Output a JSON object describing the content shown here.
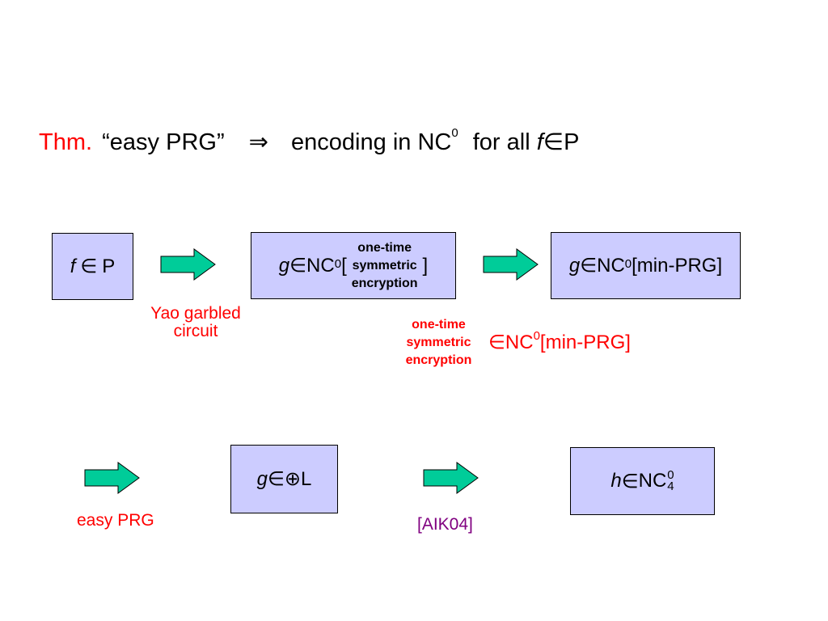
{
  "title": {
    "thm": "Thm.",
    "quote": "“easy PRG”",
    "implies": "⇒",
    "encoding": "encoding in NC",
    "sup": "0",
    "for_all": "for all",
    "f": "f",
    "elem": "∈",
    "P": "P"
  },
  "box1": {
    "f": "f",
    "elem": "∈",
    "P": "P"
  },
  "box2": {
    "g": "g",
    "elem": "∈",
    "nc": "NC",
    "sup": "0",
    "open": "[",
    "close": "]",
    "line1": "one-time",
    "line2": "symmetric",
    "line3": "encryption"
  },
  "box3": {
    "g": "g",
    "elem": "∈",
    "nc": "NC",
    "sup": "0",
    "rest": "[min-PRG]"
  },
  "label_yao": {
    "line1": "Yao garbled",
    "line2": "circuit"
  },
  "middle_claim": {
    "line1": "one-time",
    "line2": "symmetric",
    "line3": "encryption",
    "elem": "∈",
    "nc": "NC",
    "sup": "0",
    "rest": "[min-PRG]"
  },
  "box4": {
    "g": "g",
    "elem": "∈",
    "oplus": "⊕",
    "L": "L"
  },
  "box5": {
    "h": "h",
    "elem": "∈",
    "nc": "NC",
    "sup": "0",
    "sub": "4"
  },
  "label_easy_prg": "easy PRG",
  "label_aik": "[AIK04]",
  "colors": {
    "red": "#ff0000",
    "purple": "#800080",
    "box_fill": "#ccccff",
    "arrow_fill": "#00cc99"
  }
}
